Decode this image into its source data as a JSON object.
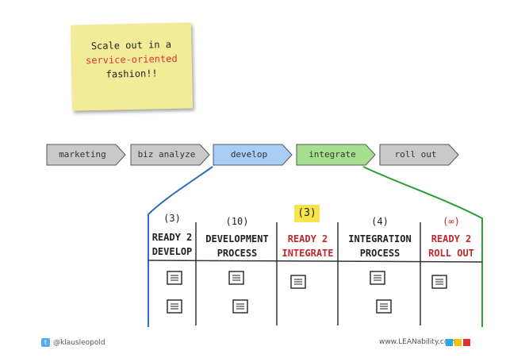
{
  "note": {
    "line1": "Scale out in a",
    "line2": "service-oriented",
    "line3": "fashion!!"
  },
  "process": [
    {
      "label": "marketing",
      "color": "#c9c9c9"
    },
    {
      "label": "biz analyze",
      "color": "#c9c9c9"
    },
    {
      "label": "develop",
      "color": "#a9cdf4"
    },
    {
      "label": "integrate",
      "color": "#a6e08f"
    },
    {
      "label": "roll out",
      "color": "#c9c9c9"
    }
  ],
  "columns": [
    {
      "count": "(3)",
      "title1": "READY 2",
      "title2": "DEVELOP"
    },
    {
      "count": "(10)",
      "title1": "DEVELOPMENT",
      "title2": "PROCESS"
    },
    {
      "count": "(3)",
      "title1": "READY 2",
      "title2": "INTEGRATE"
    },
    {
      "count": "(4)",
      "title1": "INTEGRATION",
      "title2": "PROCESS"
    },
    {
      "count": "(∞)",
      "title1": "READY 2",
      "title2": "ROLL OUT"
    }
  ],
  "colors": {
    "expand_left": "#2a6ebd",
    "expand_right": "#2f9a3a",
    "highlight": "#f7e44a"
  },
  "footer": {
    "twitter_icon": "twitter-icon",
    "twitter": "@klausleopold",
    "site": "www.LEANability.com"
  }
}
